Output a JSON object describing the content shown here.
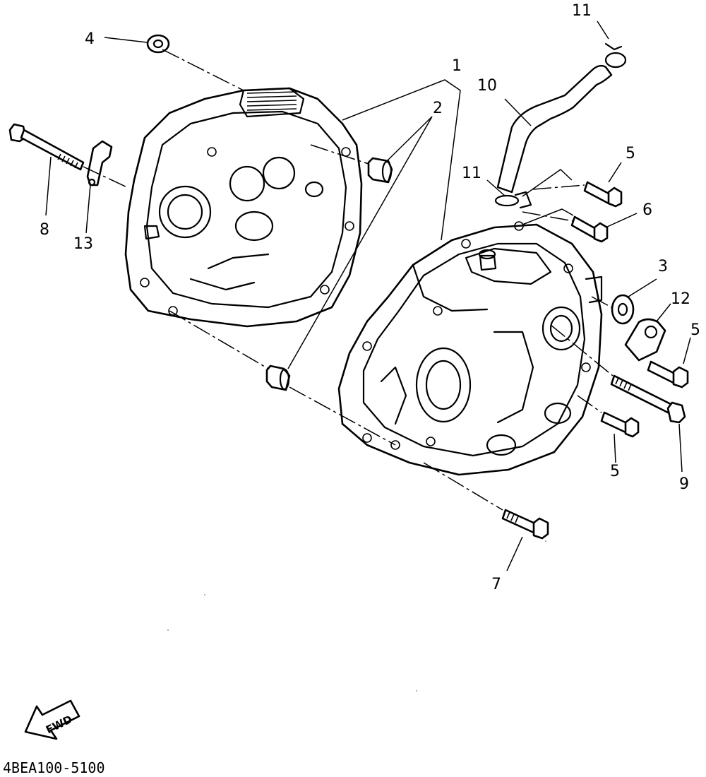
{
  "diagram": {
    "callouts": [
      {
        "id": "c1",
        "text": "1"
      },
      {
        "id": "c2",
        "text": "2"
      },
      {
        "id": "c3",
        "text": "3"
      },
      {
        "id": "c4",
        "text": "4"
      },
      {
        "id": "c5a",
        "text": "5"
      },
      {
        "id": "c5b",
        "text": "5"
      },
      {
        "id": "c5c",
        "text": "5"
      },
      {
        "id": "c6",
        "text": "6"
      },
      {
        "id": "c7",
        "text": "7"
      },
      {
        "id": "c8",
        "text": "8"
      },
      {
        "id": "c9",
        "text": "9"
      },
      {
        "id": "c10",
        "text": "10"
      },
      {
        "id": "c11a",
        "text": "11"
      },
      {
        "id": "c11b",
        "text": "11"
      },
      {
        "id": "c12",
        "text": "12"
      },
      {
        "id": "c13",
        "text": "13"
      }
    ],
    "fwd_label": "FWD",
    "drawing_code": "4BEA100-5100"
  }
}
